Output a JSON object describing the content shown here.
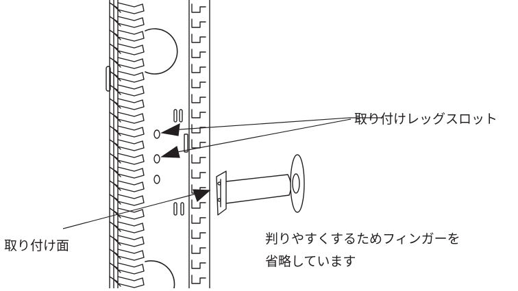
{
  "labels": {
    "mounting_leg_slots": "取り付けレッグスロット",
    "mounting_surface": "取り付け面",
    "note_line1": "判りやすくするためフィンガーを",
    "note_line2": "省略しています"
  },
  "colors": {
    "ink": "#231f20",
    "background": "#ffffff"
  }
}
